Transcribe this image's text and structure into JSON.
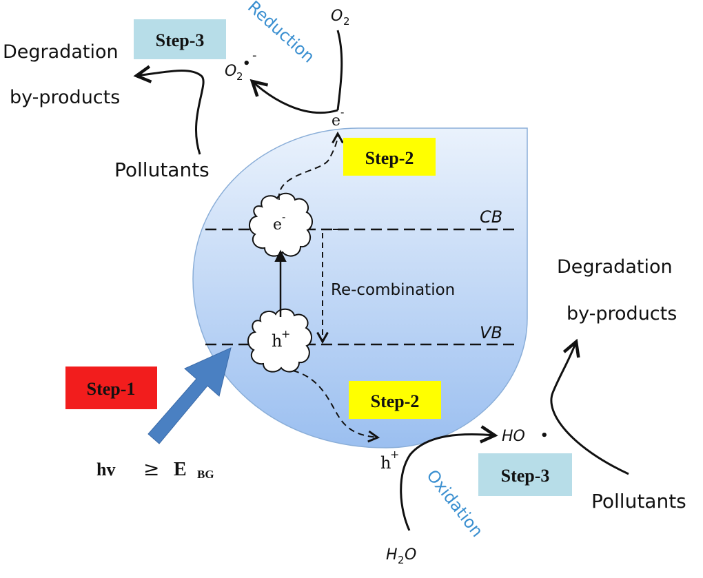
{
  "steps": {
    "step1": "Step-1",
    "step2_top": "Step-2",
    "step2_bottom": "Step-2",
    "step3_top": "Step-3",
    "step3_bottom": "Step-3"
  },
  "bands": {
    "cb": "CB",
    "vb": "VB",
    "recombination": "Re-combination"
  },
  "carriers": {
    "electron_in_band": "e",
    "electron_minus": "-",
    "hole_in_band": "h",
    "hole_plus": "+",
    "electron_surface": "e",
    "electron_surface_minus": "-",
    "hole_surface": "h",
    "hole_surface_plus": "+"
  },
  "reduction": {
    "label": "Reduction",
    "o2": "O",
    "o2_sub": "2",
    "superoxide": "O",
    "superoxide_sub": "2",
    "superoxide_dot": "•",
    "superoxide_minus": "-"
  },
  "oxidation": {
    "label": "Oxidation",
    "h2o_h": "H",
    "h2o_sub": "2",
    "h2o_o": "O",
    "hydroxyl": "HO",
    "hydroxyl_dot": "•"
  },
  "left_products": {
    "line1": "Degradation",
    "line2": "by-products",
    "pollutants": "Pollutants"
  },
  "right_products": {
    "line1": "Degradation",
    "line2": "by-products",
    "pollutants": "Pollutants"
  },
  "energy": {
    "hv": "hv",
    "geq": "≥",
    "e": "E",
    "bg": "BG"
  },
  "colors": {
    "step1_bg": "#f21d1d",
    "step2_bg": "#ffff00",
    "step3_bg": "#b7dde8",
    "drop_top": "#eaf2fc",
    "drop_bottom": "#9bbff0",
    "arrow_blue": "#4a80c2",
    "reduction_text": "#3a8fd0"
  }
}
